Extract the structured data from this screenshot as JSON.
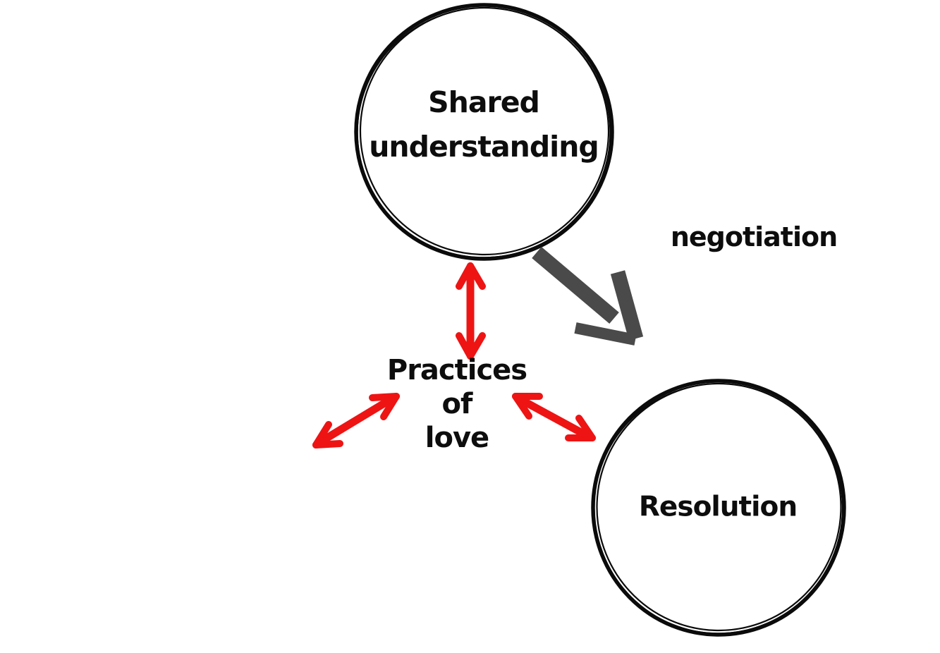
{
  "diagram": {
    "nodes": {
      "shared_understanding": {
        "line1": "Shared",
        "line2": "understanding"
      },
      "practices_of_love": {
        "line1": "Practices",
        "line2": "of",
        "line3": "love"
      },
      "resolution": {
        "label": "Resolution"
      }
    },
    "annotations": {
      "negotiation": "negotiation"
    },
    "colors": {
      "ink": "#0b0b0b",
      "red_connector": "#ee1414",
      "gray_arrow": "#4a4a4a",
      "node_fill": "#ffffff",
      "background": "#ffffff"
    }
  }
}
